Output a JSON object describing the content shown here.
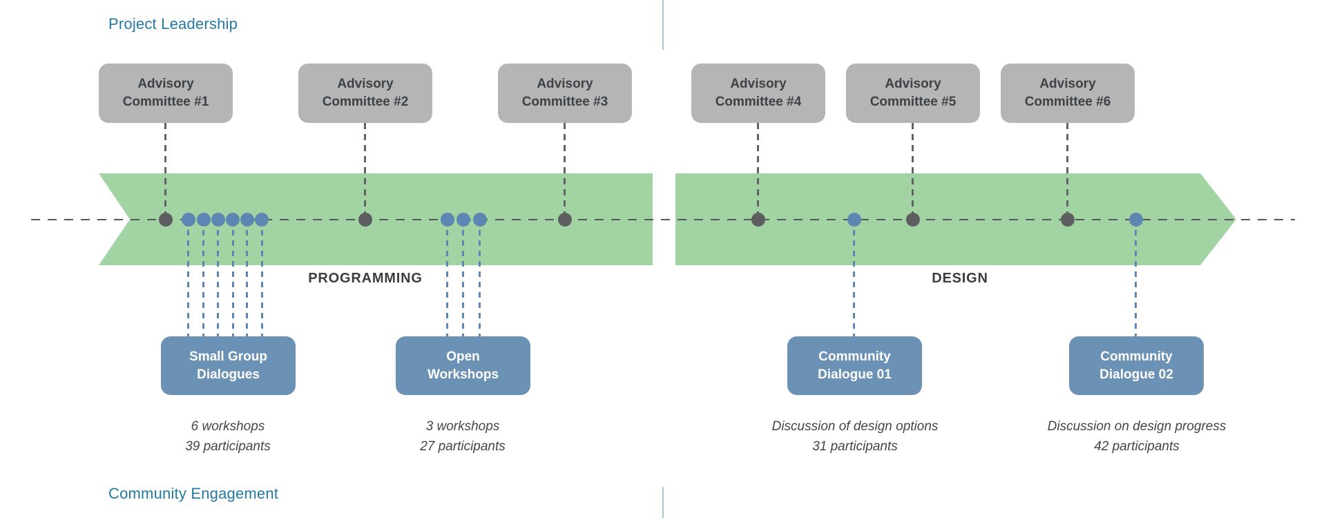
{
  "lanes": {
    "top_label": "Project Leadership",
    "bottom_label": "Community Engagement"
  },
  "phases": {
    "phase1": "PROGRAMMING",
    "phase2": "DESIGN"
  },
  "committees": [
    {
      "label": "Advisory\nCommittee #1"
    },
    {
      "label": "Advisory\nCommittee #2"
    },
    {
      "label": "Advisory\nCommittee #3"
    },
    {
      "label": "Advisory\nCommittee #4"
    },
    {
      "label": "Advisory\nCommittee #5"
    },
    {
      "label": "Advisory\nCommittee #6"
    }
  ],
  "events": [
    {
      "label": "Small Group\nDialogues",
      "caption": "6 workshops\n39 participants"
    },
    {
      "label": "Open\nWorkshops",
      "caption": "3 workshops\n27 participants"
    },
    {
      "label": "Community\nDialogue 01",
      "caption": "Discussion of design options\n31 participants"
    },
    {
      "label": "Community\nDialogue 02",
      "caption": "Discussion on design progress\n42 participants"
    }
  ],
  "colors": {
    "band_green": "#a2d3a2",
    "committee_gray": "#b5b5b5",
    "event_blue": "#6b91b5",
    "dot_gray": "#5d5e60",
    "dot_blue": "#5d87b2",
    "lane_title_teal": "#2379a1",
    "timeline_dash": "#55575a",
    "separator_blue": "#a8c5d5"
  }
}
